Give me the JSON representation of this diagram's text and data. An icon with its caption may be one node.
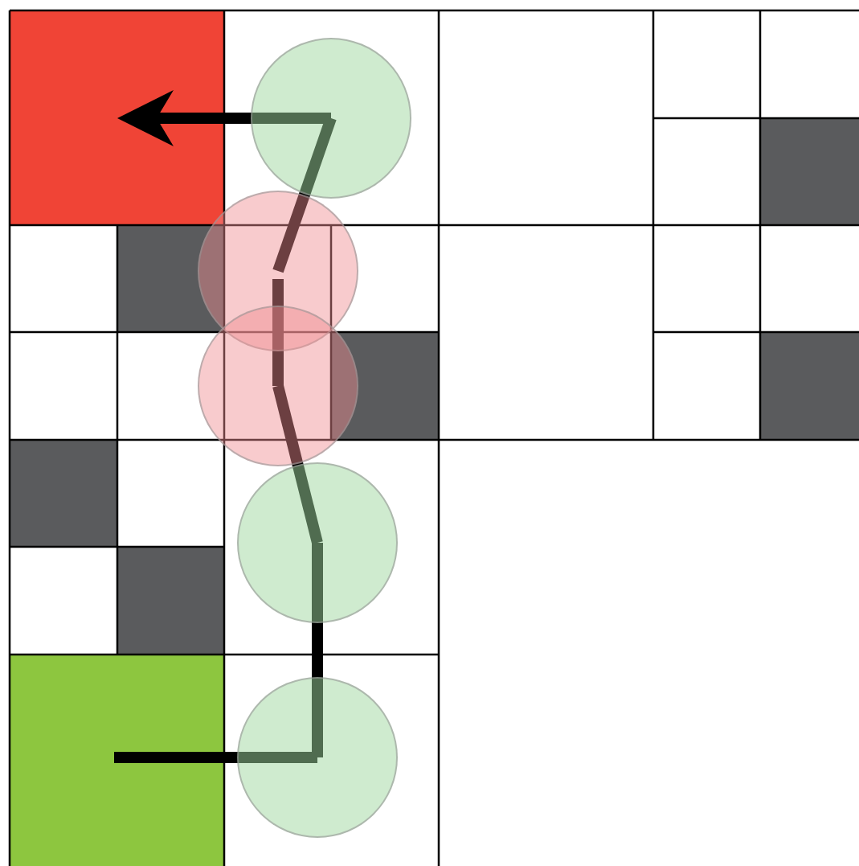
{
  "diagram": {
    "nodes": [
      {
        "text": [],
        "shape": "box"
      },
      {
        "text": [],
        "shape": "circle"
      },
      {
        "text": [],
        "shape": "circle"
      },
      {
        "text": [],
        "shape": "circle"
      },
      {
        "text": [],
        "shape": "circle"
      },
      {
        "text": [],
        "shape": "circle"
      },
      {
        "text": [],
        "shape": "box"
      }
    ],
    "edges": [
      {
        "from": 6,
        "to": 5,
        "arrow": "none"
      },
      {
        "from": 5,
        "to": 4,
        "arrow": "none"
      },
      {
        "from": 4,
        "to": 3,
        "arrow": "none"
      },
      {
        "from": 3,
        "to": 2,
        "arrow": "none"
      },
      {
        "from": 2,
        "to": 1,
        "arrow": "none"
      },
      {
        "from": 1,
        "to": 0,
        "arrow": "to"
      }
    ]
  }
}
